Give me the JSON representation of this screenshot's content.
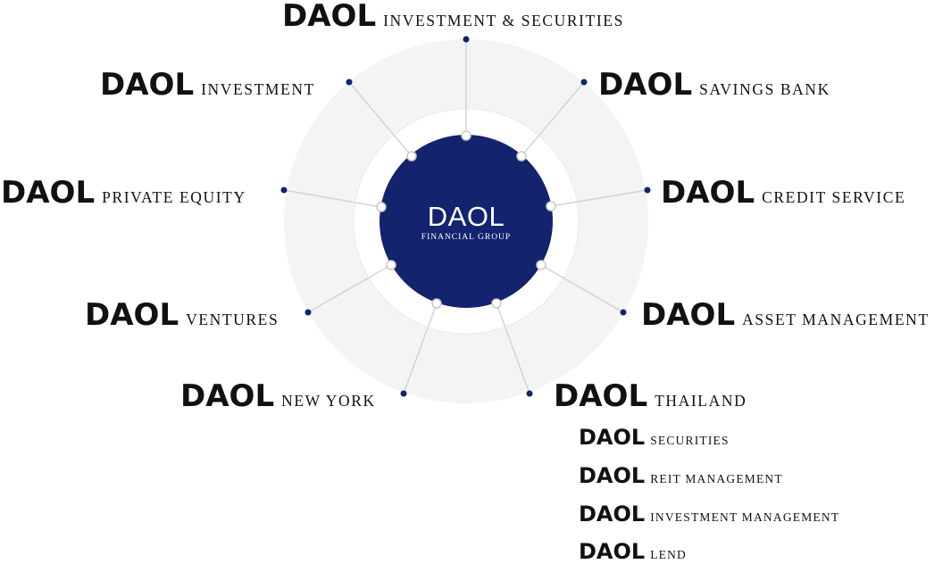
{
  "center": {
    "brand": "DAOL",
    "subtitle": "FINANCIAL GROUP"
  },
  "companies": [
    {
      "id": "investment-securities",
      "brand": "DAOL",
      "suffix": "INVESTMENT & SECURITIES"
    },
    {
      "id": "savings-bank",
      "brand": "DAOL",
      "suffix": "SAVINGS BANK"
    },
    {
      "id": "credit-service",
      "brand": "DAOL",
      "suffix": "CREDIT SERVICE"
    },
    {
      "id": "asset-management",
      "brand": "DAOL",
      "suffix": "ASSET MANAGEMENT"
    },
    {
      "id": "thailand",
      "brand": "DAOL",
      "suffix": "THAILAND"
    },
    {
      "id": "new-york",
      "brand": "DAOL",
      "suffix": "NEW YORK"
    },
    {
      "id": "ventures",
      "brand": "DAOL",
      "suffix": "VENTURES"
    },
    {
      "id": "private-equity",
      "brand": "DAOL",
      "suffix": "PRIVATE EQUITY"
    },
    {
      "id": "investment",
      "brand": "DAOL",
      "suffix": "INVESTMENT"
    }
  ],
  "thailand_subsidiaries": [
    {
      "brand": "DAOL",
      "suffix": "SECURITIES"
    },
    {
      "brand": "DAOL",
      "suffix": "REIT MANAGEMENT"
    },
    {
      "brand": "DAOL",
      "suffix": "INVESTMENT MANAGEMENT"
    },
    {
      "brand": "DAOL",
      "suffix": "LEND"
    }
  ],
  "colors": {
    "navy": "#13236e",
    "ring": "#f4f4f4",
    "connector": "#d4d4d4",
    "text": "#111111"
  }
}
